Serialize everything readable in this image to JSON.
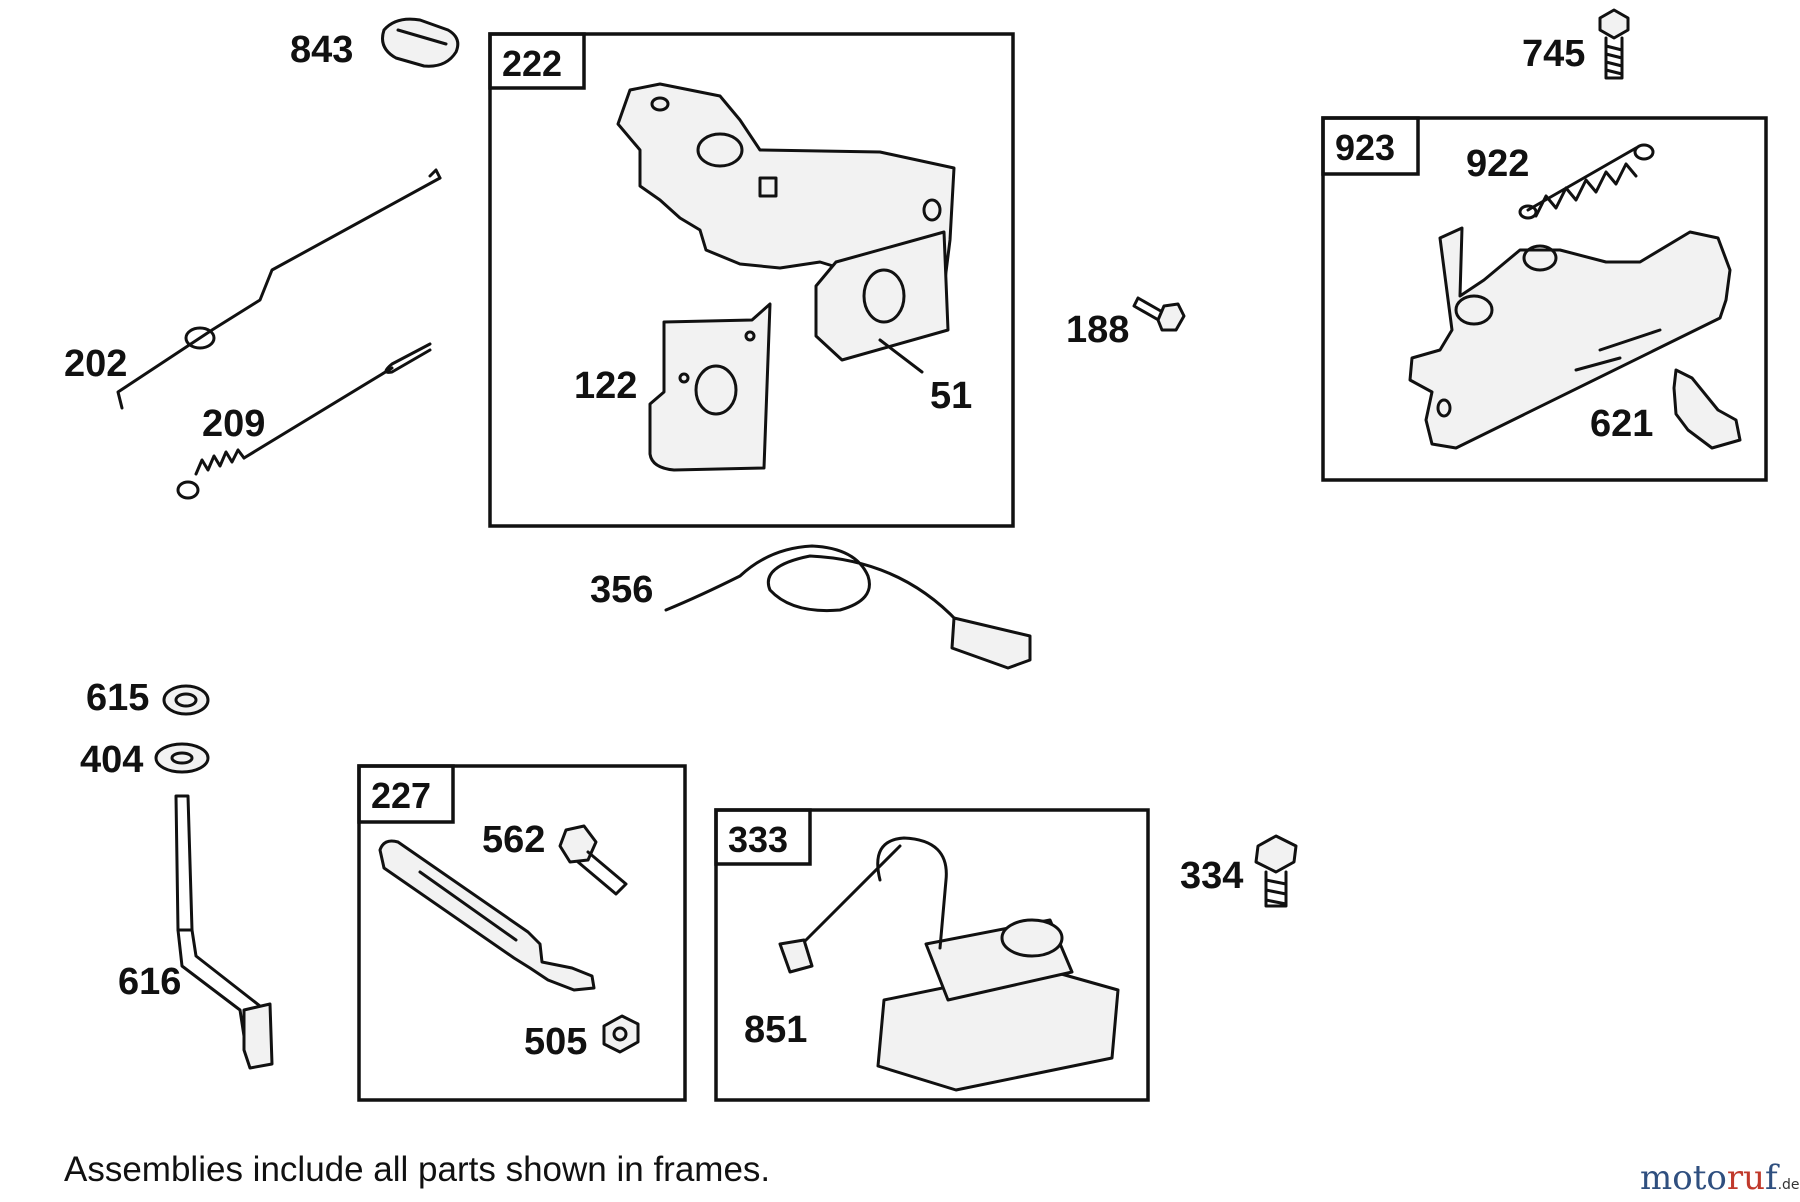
{
  "labels": {
    "p843": "843",
    "p745": "745",
    "p202": "202",
    "p209": "209",
    "p122": "122",
    "p51": "51",
    "p188": "188",
    "p922": "922",
    "p621": "621",
    "p356": "356",
    "p615": "615",
    "p404": "404",
    "p616": "616",
    "p562": "562",
    "p505": "505",
    "p851": "851",
    "p334": "334"
  },
  "frames": {
    "f222": "222",
    "f923": "923",
    "f227": "227",
    "f333": "333"
  },
  "footnote": "Assemblies include all parts shown in frames.",
  "watermark": {
    "main": "moto",
    "accent": "ru",
    "end": "f",
    "suffix": ".de"
  }
}
